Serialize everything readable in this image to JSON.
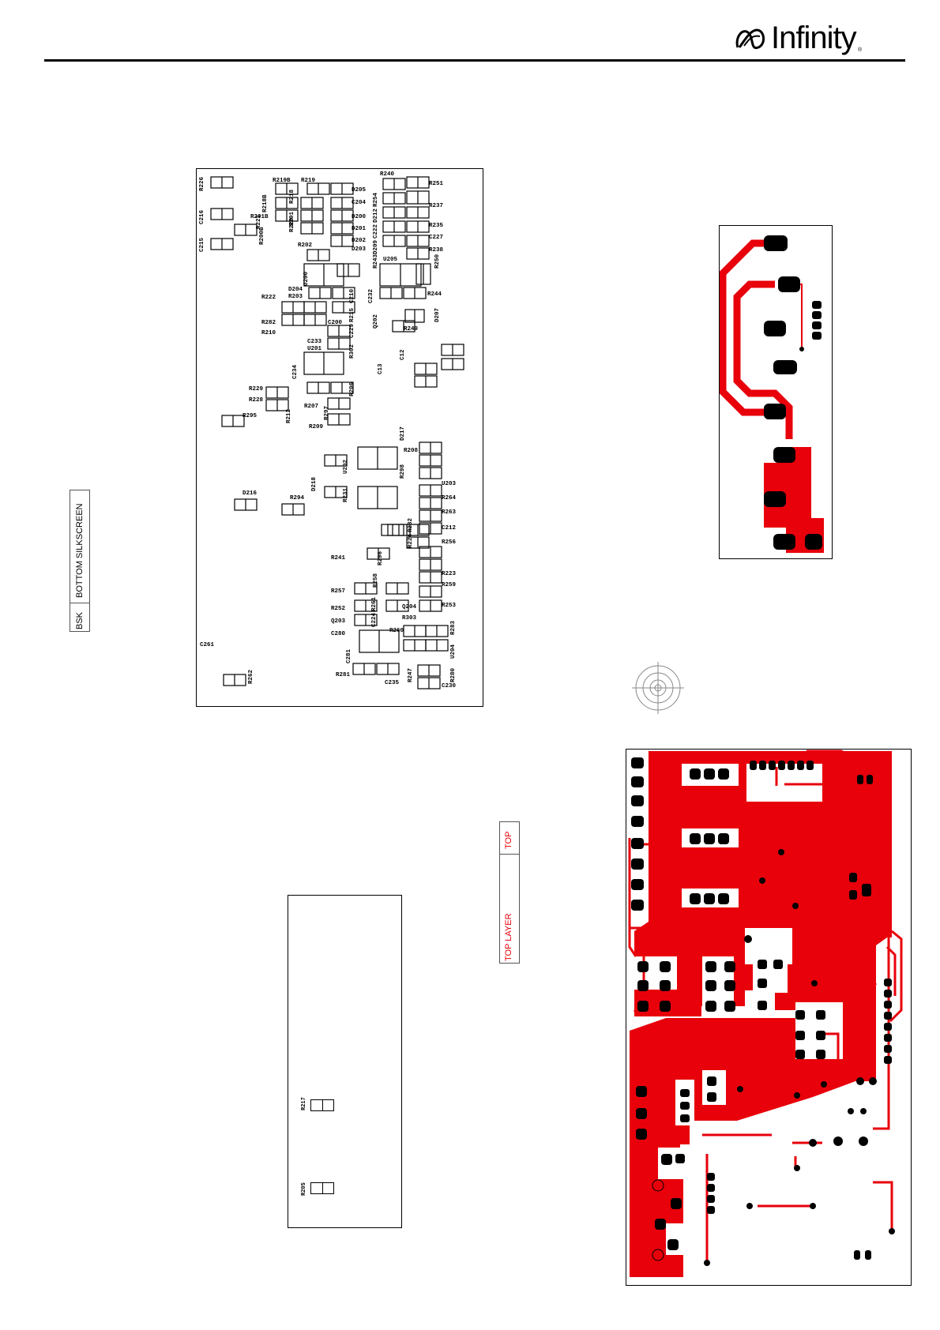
{
  "header": {
    "brand": "Infinity",
    "brand_mark": "infinity-wave-logo-icon"
  },
  "layer_tags": {
    "bottom_silkscreen": "BOTTOM SILKSCREEN",
    "bsk": "BSK",
    "top_layer": "TOP LAYER",
    "top": "TOP"
  },
  "silkscreen_labels": [
    "R226",
    "C216",
    "C215",
    "R219B",
    "R219",
    "R218B",
    "R201B",
    "R200B",
    "R221",
    "R220",
    "R218",
    "R201",
    "R202",
    "D205",
    "C204",
    "D200",
    "D201",
    "D202",
    "D203",
    "R240",
    "R251",
    "R254",
    "D212",
    "C222",
    "D209",
    "R243",
    "R237",
    "R235",
    "C227",
    "R238",
    "U205",
    "R250",
    "U200",
    "D204",
    "R203",
    "R222",
    "R282",
    "R210",
    "C210",
    "R215",
    "C229",
    "R302",
    "C200",
    "C233",
    "U201",
    "C234",
    "C232",
    "R244",
    "Q202",
    "D207",
    "R249",
    "C12",
    "C13",
    "R229",
    "R228",
    "R206",
    "R207",
    "R297",
    "R212",
    "R295",
    "R209",
    "R208",
    "D217",
    "U202",
    "R298",
    "D218",
    "R231",
    "U203",
    "R264",
    "R263",
    "D216",
    "R294",
    "R232",
    "R224",
    "C212",
    "R256",
    "R241",
    "R296",
    "R223",
    "R259",
    "R257",
    "R258",
    "R252",
    "R261",
    "Q204",
    "R253",
    "Q203",
    "C224",
    "R303",
    "R283",
    "C280",
    "R260",
    "C281",
    "U204",
    "R280",
    "R247",
    "R281",
    "C235",
    "C230",
    "R262",
    "C261"
  ],
  "small_board_labels": [
    "R217",
    "R205"
  ],
  "colors": {
    "copper": "#e8000b",
    "pad": "#000000",
    "outline": "#000000"
  }
}
